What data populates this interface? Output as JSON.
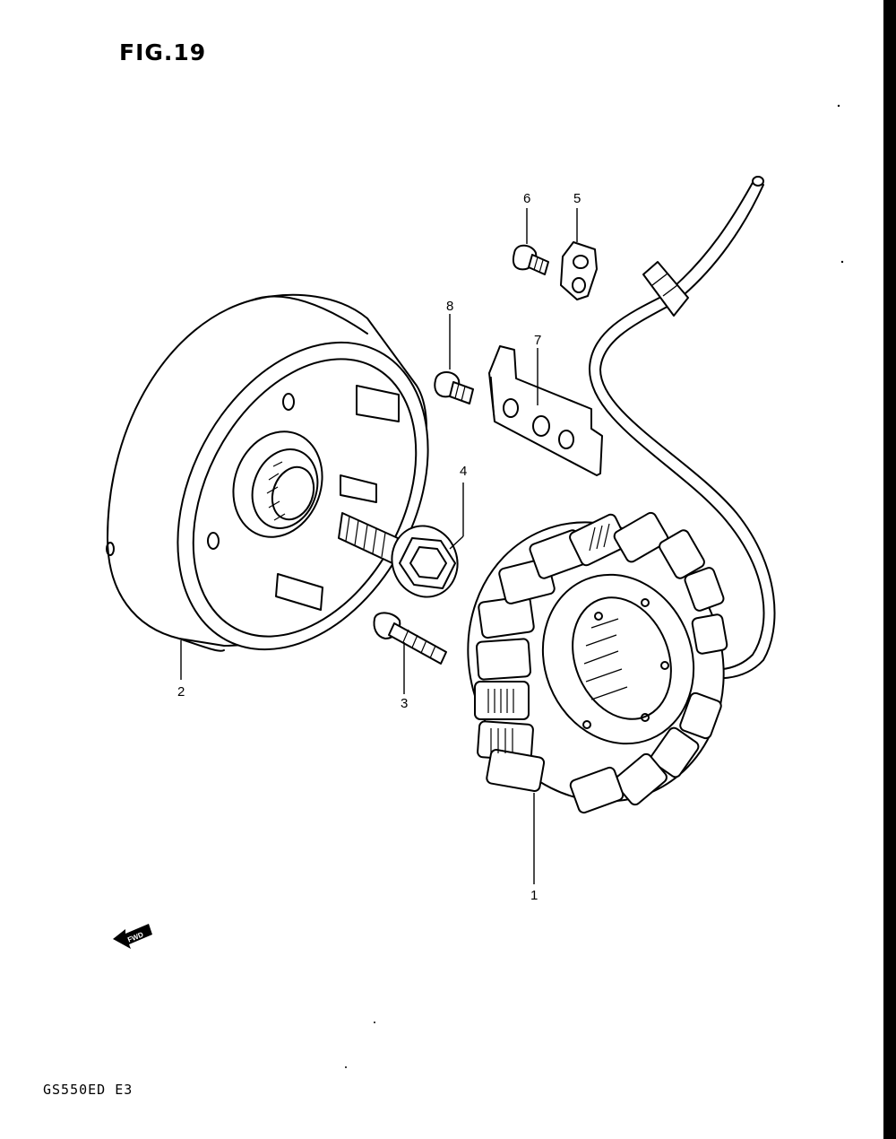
{
  "figure": {
    "title": "FIG.19",
    "model_code": "GS550ED E3"
  },
  "callouts": [
    {
      "id": "1",
      "label": "1"
    },
    {
      "id": "2",
      "label": "2"
    },
    {
      "id": "3",
      "label": "3"
    },
    {
      "id": "4",
      "label": "4"
    },
    {
      "id": "5",
      "label": "5"
    },
    {
      "id": "6",
      "label": "6"
    },
    {
      "id": "7",
      "label": "7"
    },
    {
      "id": "8",
      "label": "8"
    }
  ],
  "fwd_indicator": {
    "label": "FWD",
    "icon": "forward-arrow-icon"
  }
}
